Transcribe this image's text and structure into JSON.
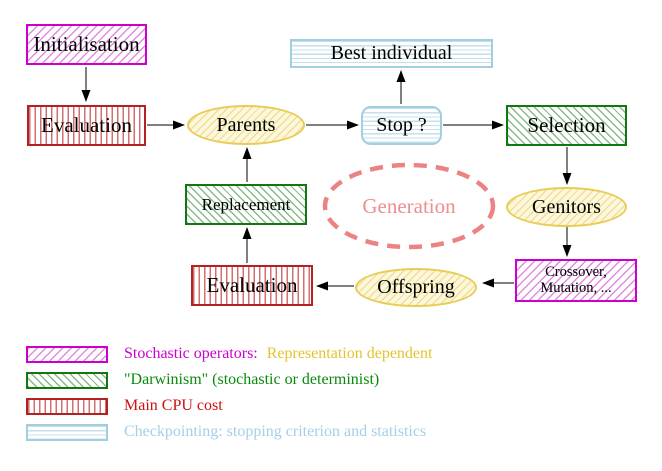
{
  "diagram": {
    "nodes": {
      "initialisation": {
        "label": "Initialisation",
        "style": "magenta-hatch"
      },
      "evaluation_top": {
        "label": "Evaluation",
        "style": "red-stripes"
      },
      "parents": {
        "label": "Parents",
        "style": "yellow-hatch-ellipse"
      },
      "stop": {
        "label": "Stop ?",
        "style": "cyan-stripes-rounded"
      },
      "best_individual": {
        "label": "Best individual",
        "style": "cyan-stripes"
      },
      "selection": {
        "label": "Selection",
        "style": "green-hatch"
      },
      "genitors": {
        "label": "Genitors",
        "style": "yellow-hatch-ellipse"
      },
      "crossover": {
        "line1": "Crossover,",
        "line2": "Mutation, ...",
        "style": "magenta-hatch"
      },
      "offspring": {
        "label": "Offspring",
        "style": "yellow-hatch-ellipse"
      },
      "evaluation_bottom": {
        "label": "Evaluation",
        "style": "red-stripes"
      },
      "replacement": {
        "label": "Replacement",
        "style": "green-hatch"
      },
      "generation": {
        "label": "Generation",
        "style": "salmon-dashed-ellipse"
      }
    },
    "edges": [
      {
        "from": "initialisation",
        "to": "evaluation_top"
      },
      {
        "from": "evaluation_top",
        "to": "parents"
      },
      {
        "from": "parents",
        "to": "stop"
      },
      {
        "from": "stop",
        "to": "best_individual"
      },
      {
        "from": "stop",
        "to": "selection"
      },
      {
        "from": "selection",
        "to": "genitors"
      },
      {
        "from": "genitors",
        "to": "crossover"
      },
      {
        "from": "crossover",
        "to": "offspring"
      },
      {
        "from": "offspring",
        "to": "evaluation_bottom"
      },
      {
        "from": "evaluation_bottom",
        "to": "replacement"
      },
      {
        "from": "replacement",
        "to": "parents"
      }
    ],
    "legend": {
      "rows": [
        {
          "primary": "Stochastic operators:",
          "secondary": "Representation dependent",
          "swatch": "magenta-hatch"
        },
        {
          "primary": "\"Darwinism\" (stochastic or determinist)",
          "swatch": "green-hatch"
        },
        {
          "primary": "Main CPU cost",
          "swatch": "red-stripes"
        },
        {
          "primary": "Checkpointing: stopping criterion and statistics",
          "swatch": "cyan-stripes"
        }
      ]
    },
    "colors": {
      "magenta": "#cc00cc",
      "green": "#117711",
      "red": "#b22222",
      "cyan_border": "#9fcfe0",
      "yellow_border": "#e8cc55",
      "gold_text": "#e5c32d",
      "green_text": "#0a8a0a",
      "red_text": "#cc1111",
      "cyan_text": "#a3d0e6",
      "salmon": "#ec8383",
      "node_text": "#000000",
      "background": "#ffffff"
    }
  }
}
